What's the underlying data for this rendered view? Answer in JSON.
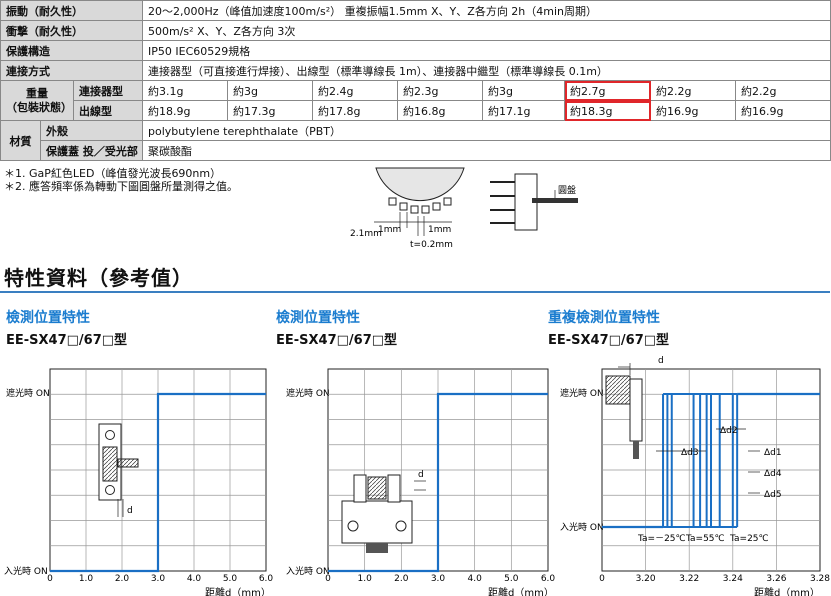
{
  "spec": {
    "vibration": {
      "label": "振動（耐久性）",
      "value": "20～2,000Hz（峰值加速度100m/s²） 重複振幅1.5mm X、Y、Z各方向 2h（4min周期）"
    },
    "shock": {
      "label": "衝撃（耐久性）",
      "value": "500m/s² X、Y、Z各方向 3次"
    },
    "protection": {
      "label": "保護構造",
      "value": "IP50 IEC60529規格"
    },
    "connection": {
      "label": "連接方式",
      "value": "連接器型（可直接進行焊接）、出線型（標準導線長 1m）、連接器中繼型（標準導線長 0.1m）"
    },
    "weight": {
      "label1": "重量",
      "label2": "（包裝狀態）",
      "connector_label": "連接器型",
      "connector": [
        "約3.1g",
        "約3g",
        "約2.4g",
        "約2.3g",
        "約3g",
        "約2.7g",
        "約2.2g",
        "約2.2g"
      ],
      "cable_label": "出線型",
      "cable": [
        "約18.9g",
        "約17.3g",
        "約17.8g",
        "約16.8g",
        "約17.1g",
        "約18.3g",
        "約16.9g",
        "約16.9g"
      ]
    },
    "material": {
      "label": "材質",
      "case_label": "外殼",
      "case": "polybutylene terephthalate（PBT）",
      "cover_label": "保護蓋 投／受光部",
      "cover": "聚碳酸酯"
    }
  },
  "notes": [
    "＊1. GaP紅色LED（峰值發光波長690nm）",
    "＊2. 應答頻率係為轉動下圖圓盤所量測得之值。"
  ],
  "disk_diagram": {
    "dim_left": "2.1mm",
    "dim_1a": "1mm",
    "dim_1b": "1mm",
    "dim_t": "t=0.2mm",
    "disk_label": "圓盤"
  },
  "heading": "特性資料（參考值）",
  "panels": [
    {
      "title": "檢測位置特性",
      "model": "EE-SX47□/67□型",
      "y_on": "遮光時 ON",
      "y_off": "入光時 ON",
      "xlabel": "距離d（mm）",
      "ticks": [
        "0",
        "1.0",
        "2.0",
        "3.0",
        "4.0",
        "5.0",
        "6.0"
      ],
      "d": "d"
    },
    {
      "title": "檢測位置特性",
      "model": "EE-SX47□/67□型",
      "y_on": "遮光時 ON",
      "y_off": "入光時 ON",
      "xlabel": "距離d（mm）",
      "ticks": [
        "0",
        "1.0",
        "2.0",
        "3.0",
        "4.0",
        "5.0",
        "6.0"
      ],
      "d": "d"
    },
    {
      "title": "重複檢測位置特性",
      "model": "EE-SX47□/67□型",
      "y_on": "遮光時 ON",
      "y_off": "入光時 ON",
      "xlabel": "距離d（mm）",
      "ticks": [
        "0",
        "3.20",
        "3.22",
        "3.24",
        "3.26",
        "3.28"
      ],
      "d": "d",
      "deltas": [
        "Δd1",
        "Δd2",
        "Δd3",
        "Δd4",
        "Δd5"
      ],
      "temps": [
        "Ta=－25℃",
        "Ta=55℃",
        "Ta=25℃"
      ]
    }
  ],
  "chart_data": [
    {
      "type": "line",
      "title": "檢測位置特性",
      "xlabel": "距離d（mm）",
      "xlim": [
        0,
        6.0
      ],
      "y_states": [
        "入光時 ON",
        "遮光時 ON"
      ],
      "series": [
        {
          "x": [
            0,
            3.0,
            3.0,
            6.0
          ],
          "y": [
            0,
            0,
            1,
            1
          ]
        }
      ]
    },
    {
      "type": "line",
      "title": "檢測位置特性",
      "xlabel": "距離d（mm）",
      "xlim": [
        0,
        6.0
      ],
      "y_states": [
        "入光時 ON",
        "遮光時 ON"
      ],
      "series": [
        {
          "x": [
            0,
            3.0,
            3.0,
            6.0
          ],
          "y": [
            0,
            0,
            1,
            1
          ]
        }
      ]
    },
    {
      "type": "line",
      "title": "重複檢測位置特性",
      "xlabel": "距離d（mm）",
      "xlim": [
        3.18,
        3.28
      ],
      "y_states": [
        "入光時 ON",
        "遮光時 ON"
      ],
      "transitions": [
        3.208,
        3.21,
        3.212,
        3.222,
        3.225,
        3.228,
        3.23,
        3.234,
        3.24,
        3.242
      ],
      "series": [
        {
          "name": "Ta=－25℃",
          "x": [
            3.208,
            3.21,
            3.212
          ]
        },
        {
          "name": "Ta=55℃",
          "x": [
            3.222,
            3.225,
            3.228
          ]
        },
        {
          "name": "Ta=25℃",
          "x": [
            3.23,
            3.234,
            3.24,
            3.242
          ]
        }
      ]
    }
  ]
}
